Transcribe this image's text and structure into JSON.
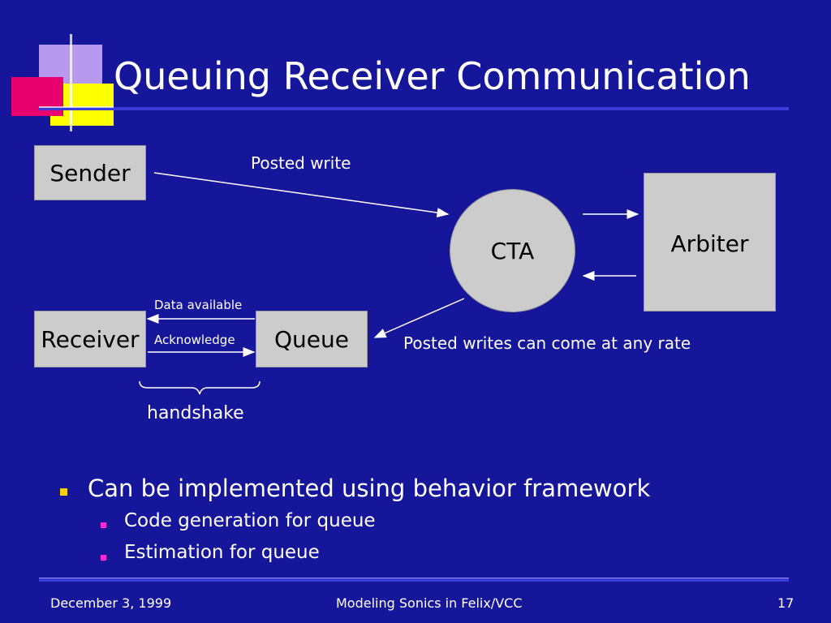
{
  "title": "Queuing Receiver Communication",
  "diagram": {
    "sender": "Sender",
    "cta": "CTA",
    "arbiter": "Arbiter",
    "receiver": "Receiver",
    "queue": "Queue",
    "posted_write": "Posted write",
    "data_available": "Data available",
    "acknowledge": "Acknowledge",
    "posted_writes_rate": "Posted writes can come at any rate",
    "handshake": "handshake"
  },
  "bullets": {
    "main": "Can be implemented using behavior framework",
    "sub1": "Code generation for queue",
    "sub2": "Estimation for queue"
  },
  "footer": {
    "date": "December 3, 1999",
    "title": "Modeling Sonics in Felix/VCC",
    "page": "17"
  }
}
